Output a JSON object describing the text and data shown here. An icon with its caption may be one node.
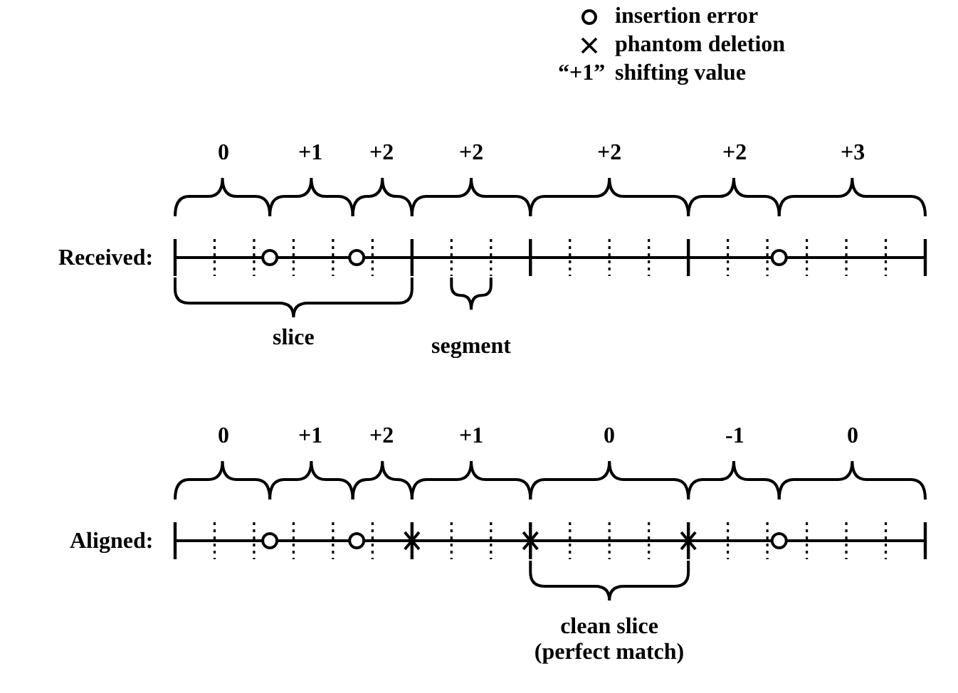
{
  "diagram": {
    "labels": [
      "“+1”",
      "0",
      "+1",
      "+2",
      "+2",
      "+2",
      "+2",
      "+3",
      "Received:",
      "slice",
      "segment",
      "0",
      "+1",
      "+2",
      "+1",
      "0",
      "-1",
      "0",
      "Aligned:",
      "clean slice (perfect match)"
    ],
    "legend": [
      {
        "text": "insertion error"
      },
      {
        "text": "phantom deletion"
      },
      {
        "text": "shifting value"
      }
    ]
  }
}
